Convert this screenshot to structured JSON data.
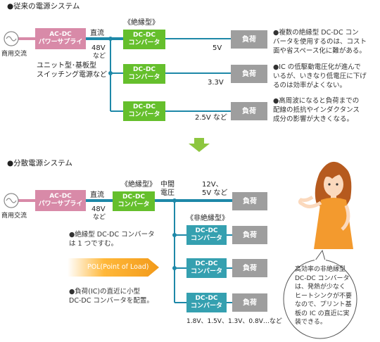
{
  "top": {
    "title": "●従来の電源システム",
    "ac_label": "商用交流",
    "acdc": [
      "AC-DC",
      "パワーサプライ"
    ],
    "dc_label": "直流",
    "v48": [
      "48V",
      "など"
    ],
    "unit_note": [
      "ユニット型･基板型",
      "スイッチング電源など"
    ],
    "isolated": "《絶縁型》",
    "dcdc": [
      "DC-DC",
      "コンバータ"
    ],
    "load": "負荷",
    "volts": [
      "5V",
      "3.3V",
      "2.5V など"
    ],
    "notes": [
      [
        "●複数の絶縁型 DC-DC コン",
        "バータを使用するのは、コスト",
        "面や省スペース化に難がある。"
      ],
      [
        "●IC の低駆動電圧化が進んで",
        "いるが、いきなり低電圧に下げ",
        "るのは効率がよくない。"
      ],
      [
        "●高周波になると負荷までの",
        "配線の抵抗やインダクタンス",
        "成分の影響が大きくなる。"
      ]
    ]
  },
  "bottom": {
    "title": "●分散電源システム",
    "ac_label": "商用交流",
    "acdc": [
      "AC-DC",
      "パワーサプライ"
    ],
    "dc_label": "直流",
    "v48": [
      "48V",
      "など"
    ],
    "isolated": "《絶縁型》",
    "mid": [
      "中間",
      "電圧"
    ],
    "dcdc": [
      "DC-DC",
      "コンバータ"
    ],
    "v12": [
      "12V、",
      "5V など"
    ],
    "non_isolated": "《非絶縁型》",
    "load": "負荷",
    "note1": [
      "●絶縁型 DC-DC コンバータ",
      "は 1 つですむ。"
    ],
    "pol": "POL(Point of Load)",
    "note2": [
      "●負荷(IC)の直近に小型",
      "DC-DC コンバータを配置。"
    ],
    "volts_bottom": "1.8V、1.5V、1.3V、0.8V…など"
  },
  "bubble": [
    "高効率の非絶縁型",
    "DC-DC コンバータ",
    "は、発熱が少なく",
    "ヒートシンクが不要",
    "なので、プリント基",
    "板の IC の直近に実",
    "装できる。"
  ]
}
